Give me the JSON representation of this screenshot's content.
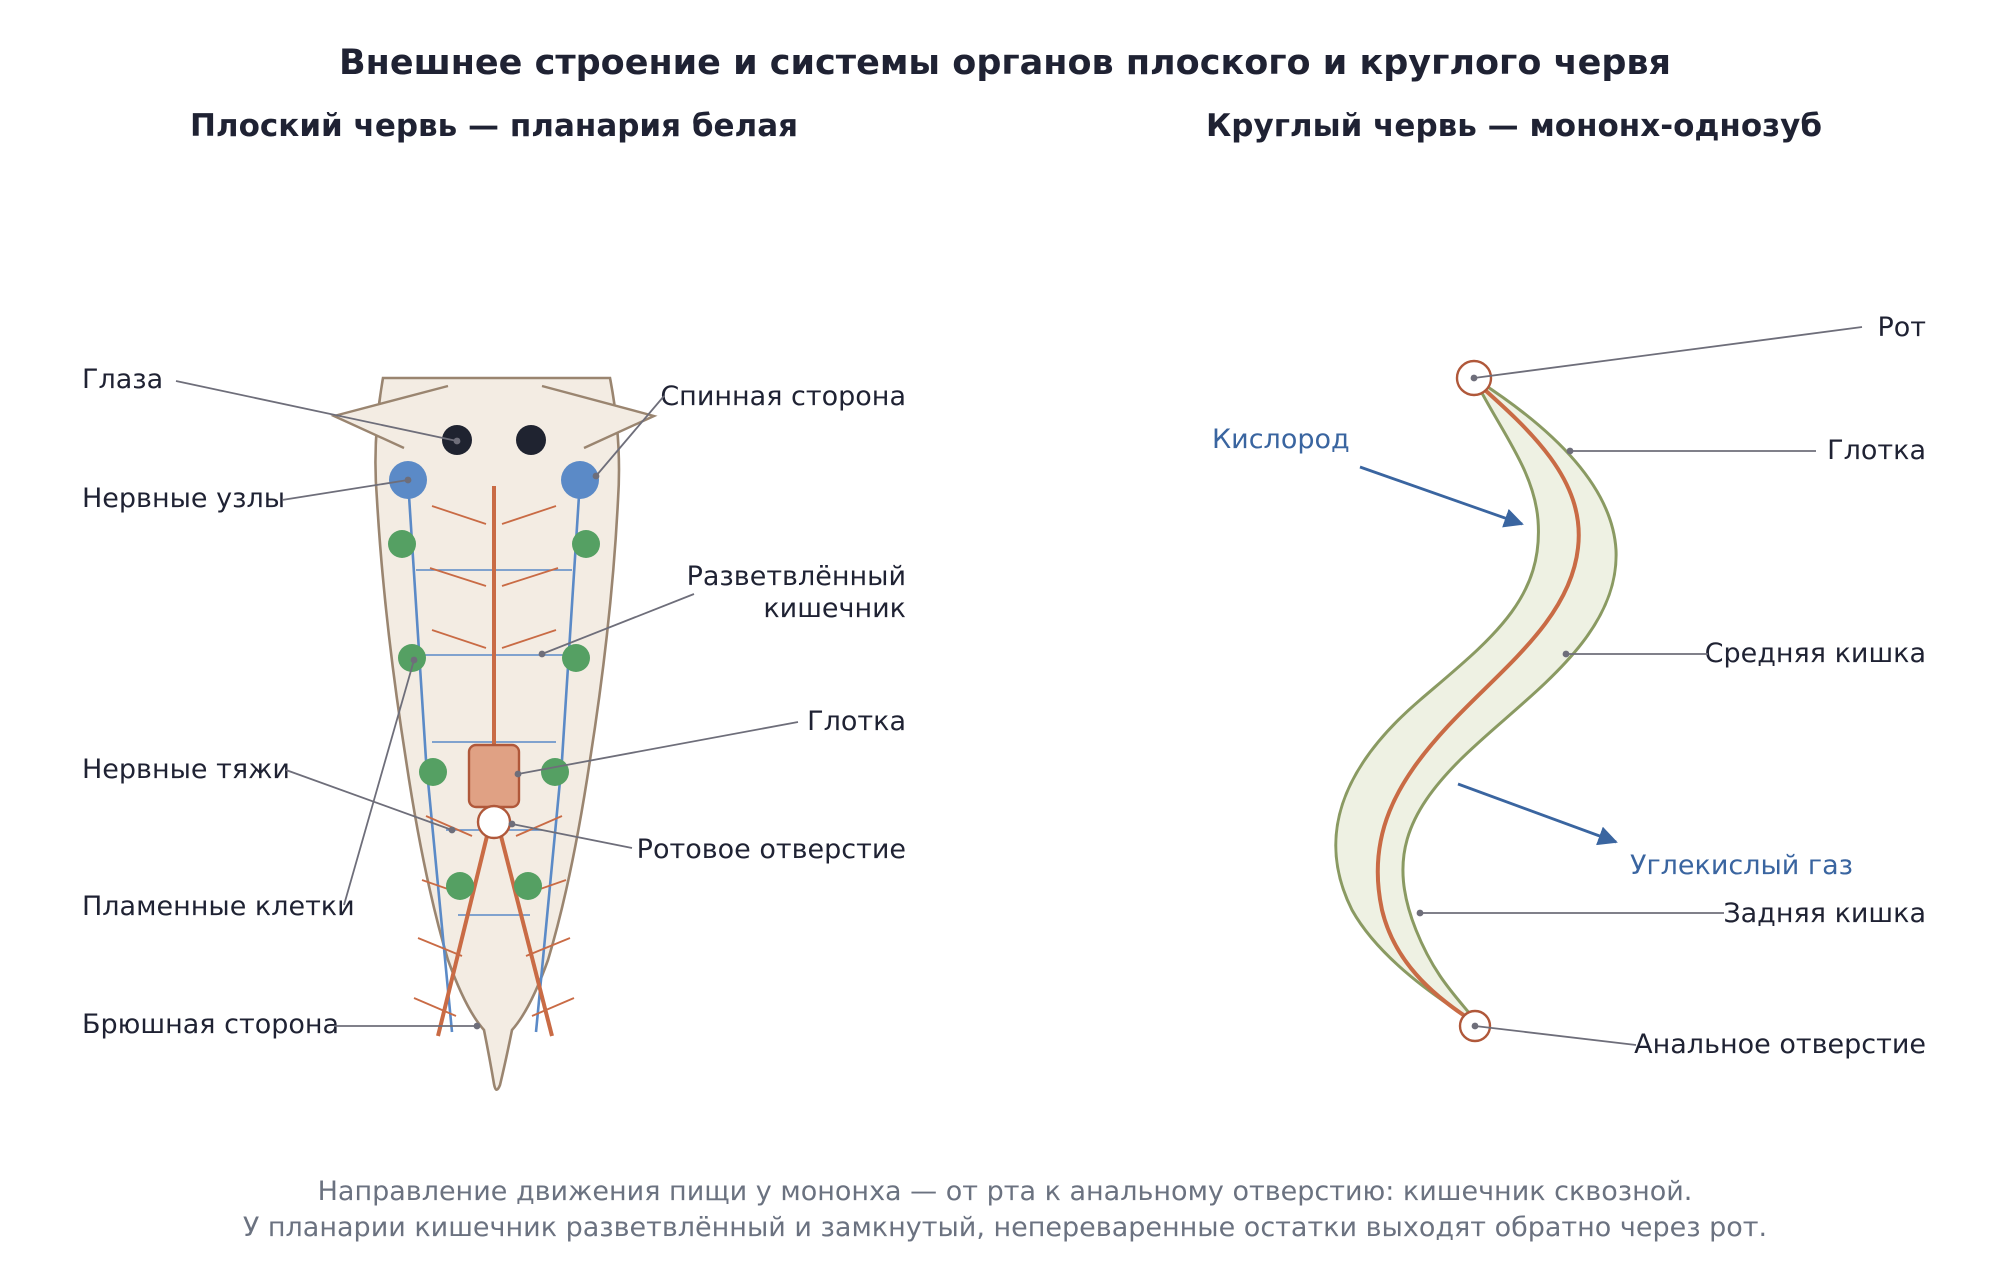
{
  "title": "Внешнее строение и системы органов плоского и круглого червя",
  "flatworm": {
    "heading": "Плоский червь — планария белая",
    "labels": {
      "eyes": "Глаза",
      "nerve_ganglia": "Нервные узлы",
      "nerve_cords": "Нервные тяжи",
      "flame_cells": "Пламенные клетки",
      "ventral_side": "Брюшная сторона",
      "dorsal_side": "Спинная сторона",
      "branched_gut_1": "Разветвлённый",
      "branched_gut_2": "кишечник",
      "pharynx": "Глотка",
      "mouth_opening": "Ротовое отверстие"
    },
    "colors": {
      "body_fill": "#f3ece3",
      "body_stroke": "#9a8570",
      "eye": "#1f2330",
      "ganglion": "#5b8ac7",
      "nerve": "#5b8ac7",
      "flame_cell": "#55a063",
      "gut": "#c96b45",
      "pharynx_fill": "#e0a184",
      "pharynx_stroke": "#b0583a"
    }
  },
  "roundworm": {
    "heading": "Круглый червь — мононх-однозуб",
    "labels": {
      "mouth": "Рот",
      "pharynx": "Глотка",
      "midgut": "Средняя кишка",
      "hindgut": "Задняя кишка",
      "anus": "Анальное отверстие",
      "oxygen": "Кислород",
      "co2": "Углекислый газ"
    },
    "colors": {
      "body_fill": "#eef1e3",
      "body_stroke": "#8a9a62",
      "gut": "#c96b45",
      "gas_arrow": "#3a65a0"
    }
  },
  "footnote": {
    "line1": "Направление движения пищи у мононха — от рта к анальному отверстию: кишечник сквозной.",
    "line2": "У планарии кишечник разветвлённый и замкнутый, непереваренные остатки выходят обратно через рот."
  }
}
